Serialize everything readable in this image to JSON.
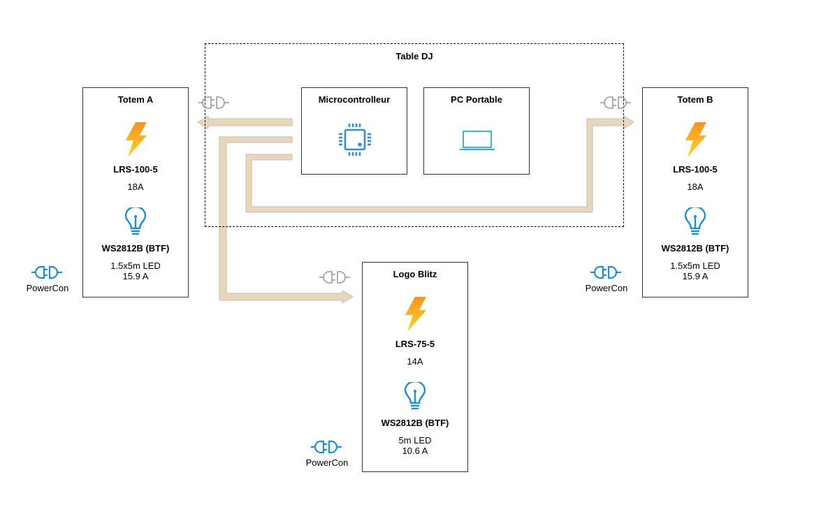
{
  "diagram": {
    "group": {
      "title": "Table DJ"
    },
    "nodes": {
      "microcontroller": {
        "title": "Microcontrolleur",
        "icon": "microchip-icon"
      },
      "laptop": {
        "title": "PC Portable",
        "icon": "laptop-icon"
      },
      "totem_a": {
        "title": "Totem A",
        "psu_model": "LRS-100-5",
        "psu_current": "18A",
        "led_model": "WS2812B (BTF)",
        "led_length": "1.5x5m LED",
        "led_current": "15.9 A"
      },
      "totem_b": {
        "title": "Totem B",
        "psu_model": "LRS-100-5",
        "psu_current": "18A",
        "led_model": "WS2812B (BTF)",
        "led_length": "1.5x5m LED",
        "led_current": "15.9 A"
      },
      "logo_blitz": {
        "title": "Logo Blitz",
        "psu_model": "LRS-75-5",
        "psu_current": "14A",
        "led_model": "WS2812B (BTF)",
        "led_length": "5m LED",
        "led_current": "10.6 A"
      }
    },
    "powercon": {
      "label": "PowerCon"
    },
    "connections": [
      {
        "from": "Microcontrolleur",
        "to": "Totem A"
      },
      {
        "from": "Microcontrolleur",
        "to": "Logo Blitz"
      },
      {
        "from": "Microcontrolleur",
        "to": "Totem B"
      }
    ],
    "colors": {
      "arrow_fill": "#e8d6bd",
      "arrow_stroke": "#cdbca4",
      "plug_grey": "#9a9a9a",
      "plug_blue": "#1a8fe0",
      "icon_blue": "#2f8fd8",
      "bolt_top": "#f7941d",
      "bolt_bottom": "#ffd21f"
    }
  }
}
